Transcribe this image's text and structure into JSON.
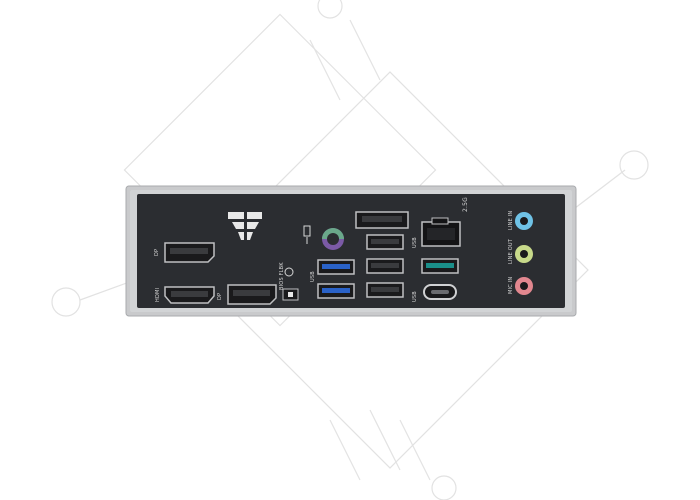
{
  "labels": {
    "dp_upper": "DP",
    "hdmi": "HDMI",
    "dp_lower": "DP",
    "bios_flashback": "BIOS FLBK",
    "usb_upper": "USB",
    "usb_lower": "USB",
    "usb_c": "USB",
    "lan_speed": "2.5G",
    "line_in": "LINE IN",
    "line_out": "LINE OUT",
    "mic_in": "MIC IN"
  },
  "colors": {
    "shield_plate": "#2b2d31",
    "shield_frame": "#c9cacc",
    "usb3_blue": "#2a62c8",
    "usb_teal": "#1a8f8a",
    "ps2_green": "#6aa88a",
    "ps2_purple": "#7b5aa6",
    "audio_blue": "#6fc2e6",
    "audio_green": "#c7d98a",
    "audio_pink": "#e2878f",
    "watermark": "#e4e4e4"
  }
}
